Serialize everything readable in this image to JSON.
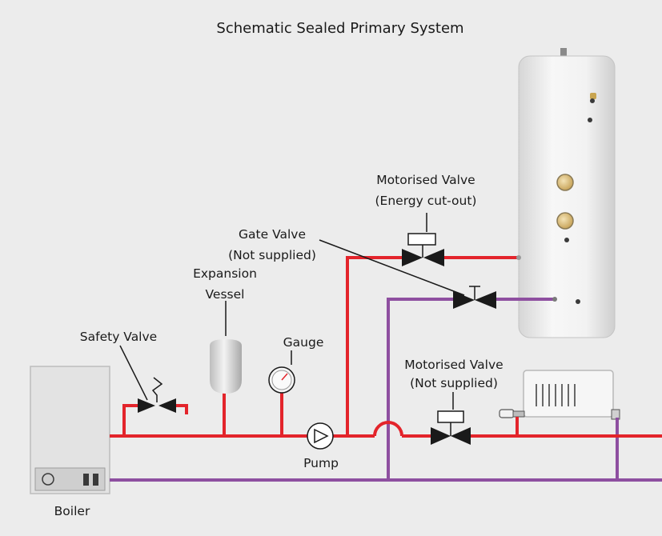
{
  "title": "Schematic Sealed Primary System",
  "labels": {
    "motorised_valve_energy": [
      "Motorised Valve",
      "(Energy cut-out)"
    ],
    "gate_valve": [
      "Gate Valve",
      "(Not supplied)"
    ],
    "expansion_vessel": [
      "Expansion",
      "Vessel"
    ],
    "safety_valve": "Safety Valve",
    "gauge": "Gauge",
    "motorised_valve_not_supplied": [
      "Motorised Valve",
      "(Not supplied)"
    ],
    "pump": "Pump",
    "boiler": "Boiler"
  },
  "colors": {
    "background": "#ececec",
    "flow_pipe": "#e3242b",
    "return_pipe": "#8e4fa0",
    "valve": "#1a1a1a",
    "cylinder": "#f4f4f4"
  }
}
